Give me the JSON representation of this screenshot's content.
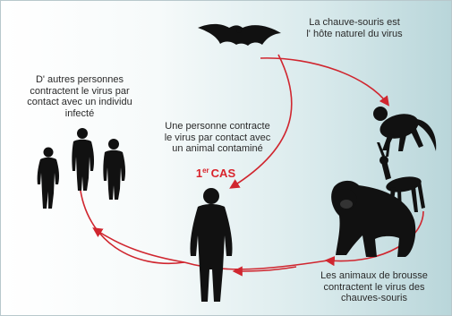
{
  "labels": {
    "bat": "La chauve-souris est\nl' hôte naturel du virus",
    "others": "D' autres personnes\ncontractent le virus par\ncontact avec un individu\ninfecté",
    "person": "Une personne contracte\nle virus par contact avec\nun animal contaminé",
    "first_case_num": "1",
    "first_case_sup": "er",
    "first_case_word": "CAS",
    "animals": "Les animaux de brousse\ncontractent le virus des\nchauves-souris"
  },
  "colors": {
    "arrow": "#d0262f",
    "silhouette": "#111111",
    "highlight": "#d9232b",
    "text": "#2a2a2a"
  },
  "icons": [
    "bat-icon",
    "monkey-icon",
    "antelope-icon",
    "gorilla-icon",
    "person-icon",
    "group-icon"
  ]
}
